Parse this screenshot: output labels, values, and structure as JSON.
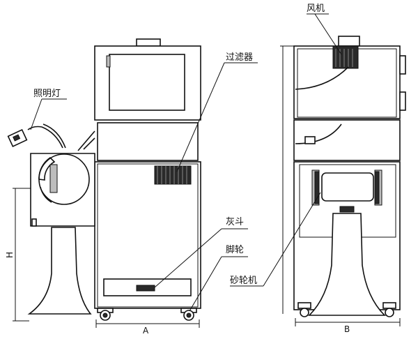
{
  "labels": {
    "fan": "风机",
    "filter": "过滤器",
    "lamp": "照明灯",
    "ash_bin": "灰斗",
    "caster": "脚轮",
    "grinder": "砂轮机"
  },
  "dimensions": {
    "height": "H",
    "width_front": "A",
    "width_side": "B"
  }
}
